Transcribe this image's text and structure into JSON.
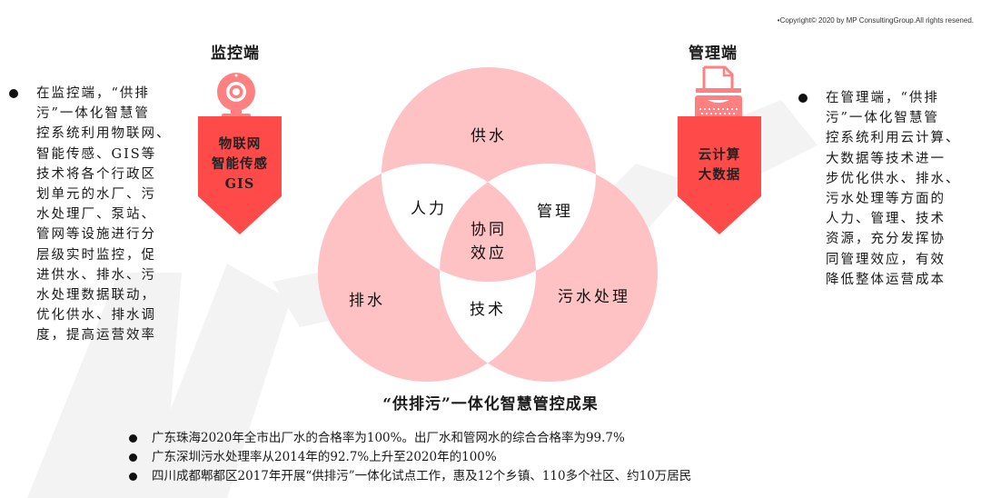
{
  "copyright": "•Copyright© 2020 by MP ConsultingGroup.All rights resened.",
  "colors": {
    "arrow_red": "#ff4a4a",
    "icon_pink": "#ff8080",
    "circle_pink": "#ffc2c4",
    "text_dark": "#1a1a1a",
    "watermark": "#f4f4f4"
  },
  "monitor": {
    "title": "监控端",
    "icon": "webcam-icon",
    "badge_lines": [
      "物联网",
      "智能传感",
      "GIS"
    ],
    "description_lines": [
      "在监控端，“供排",
      "污”一体化智慧管",
      "控系统利用物联网、",
      "智能传感、GIS等",
      "技术将各个行政区",
      "划单元的水厂、污",
      "水处理厂、泵站、",
      "管网等设施进行分",
      "层级实时监控，促",
      "进供水、排水、污",
      "水处理数据联动，",
      "优化供水、排水调",
      "度，提高运营效率"
    ]
  },
  "management": {
    "title": "管理端",
    "icon": "typewriter-icon",
    "badge_lines": [
      "云计算",
      "大数据"
    ],
    "description_lines": [
      "在管理端，“供排",
      "污”一体化智慧管",
      "控系统利用云计算、",
      "大数据等技术进一",
      "步优化供水、排水、",
      "污水处理等方面的",
      "人力、管理、技术",
      "资源，充分发挥协",
      "同管理效应，有效",
      "降低整体运营成本"
    ]
  },
  "venn": {
    "circles": [
      "供水",
      "排水",
      "污水处理"
    ],
    "overlaps": {
      "supply_drain": "人力",
      "supply_sewage": "管理",
      "drain_sewage": "技术",
      "center_line1": "协同",
      "center_line2": "效应"
    }
  },
  "results": {
    "title": "“供排污”一体化智慧管控成果",
    "items": [
      "广东珠海2020年全市出厂水的合格率为100%。出厂水和管网水的综合合格率为99.7%",
      "广东深圳污水处理率从2014年的92.7%上升至2020年的100%",
      "四川成都郫都区2017年开展“供排污”一体化试点工作，惠及12个乡镇、110多个社区、约10万居民"
    ]
  }
}
